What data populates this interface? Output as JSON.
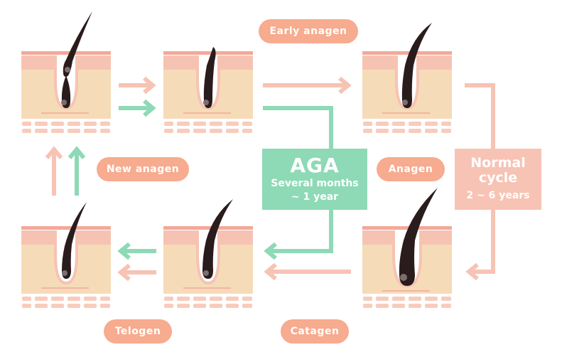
{
  "stages": {
    "early_anagen": "Early anagen",
    "new_anagen": "New anagen",
    "anagen": "Anagen",
    "telogen": "Telogen",
    "catagen": "Catagen"
  },
  "aga": {
    "title": "AGA",
    "line1": "Several months",
    "line2": "~ 1 year"
  },
  "normal": {
    "title_line1": "Normal",
    "title_line2": "cycle",
    "duration": "2 ~ 6 years"
  },
  "colors": {
    "label_pill": "#f7ab8f",
    "aga_box": "#8ed9b6",
    "normal_box": "#f7c3b4",
    "arrow_pink": "#f7c3b4",
    "arrow_green": "#8ed9b6",
    "skin_top": "#f6c3b3",
    "dermis": "#f6dbb8",
    "hair": "#2a1c1c"
  }
}
